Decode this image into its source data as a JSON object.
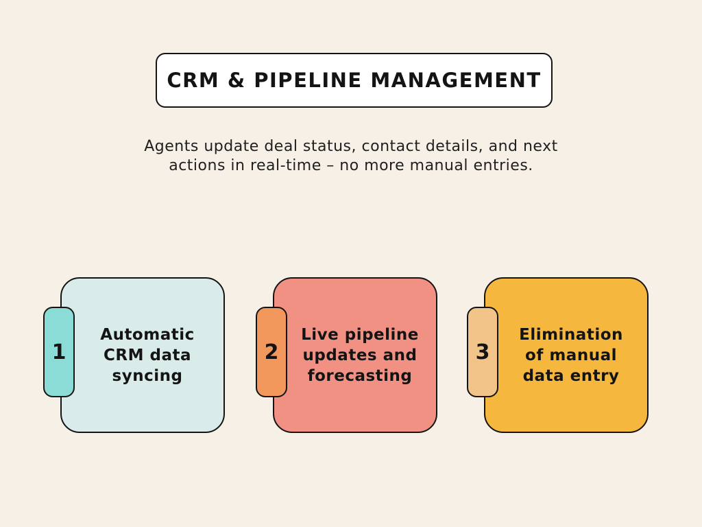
{
  "page": {
    "background_color": "#F6F0E7",
    "ink_color": "#141414"
  },
  "header": {
    "title": "CRM & PIPELINE MANAGEMENT",
    "title_box_color": "#FFFFFF",
    "subtitle": "Agents update deal status, contact details, and next\nactions in real-time – no more manual entries."
  },
  "cards": [
    {
      "number": "1",
      "label": "Automatic\nCRM data\nsyncing",
      "body_color": "#D9ECEA",
      "tab_color": "#8BDBD6"
    },
    {
      "number": "2",
      "label": "Live pipeline\nupdates and\nforecasting",
      "body_color": "#F09184",
      "tab_color": "#F2985C"
    },
    {
      "number": "3",
      "label": "Elimination\nof manual\ndata entry",
      "body_color": "#F5B73D",
      "tab_color": "#F2C489"
    }
  ]
}
